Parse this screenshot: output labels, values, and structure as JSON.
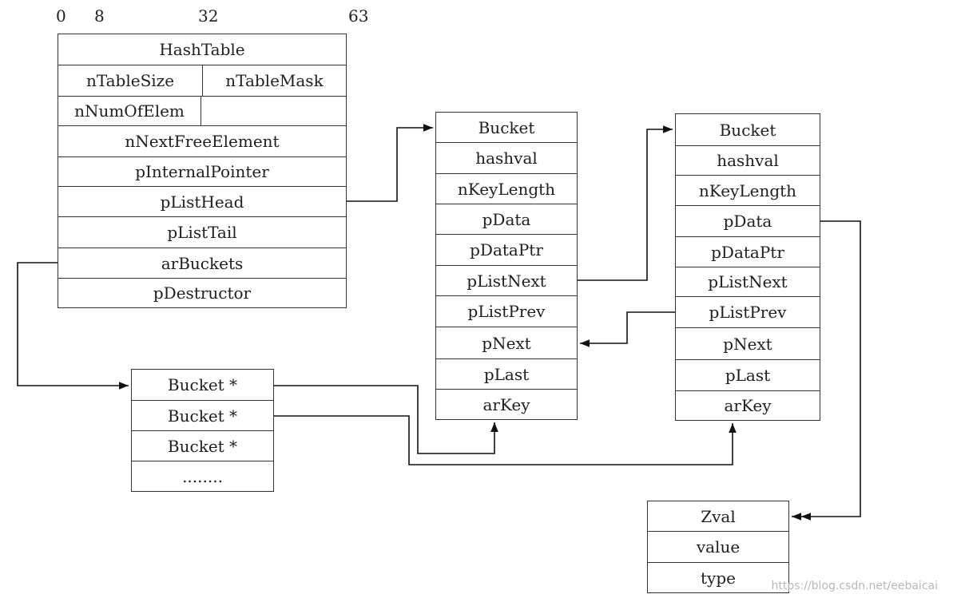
{
  "bit_ruler": [
    "0",
    "8",
    "32",
    "63"
  ],
  "hashtable": {
    "title": "HashTable",
    "n_table_size": "nTableSize",
    "n_table_mask": "nTableMask",
    "n_num_of_elem": "nNumOfElem",
    "empty_cell": "",
    "fields": [
      "nNextFreeElement",
      "pInternalPointer",
      "pListHead",
      "pListTail",
      "arBuckets",
      "pDestructor"
    ]
  },
  "bucket_array": {
    "rows": [
      "Bucket *",
      "Bucket *",
      "Bucket *",
      "........"
    ]
  },
  "bucket_a": {
    "title": "Bucket",
    "fields": [
      "hashval",
      "nKeyLength",
      "pData",
      "pDataPtr",
      "pListNext",
      "pListPrev",
      "pNext",
      "pLast",
      "arKey"
    ]
  },
  "bucket_b": {
    "title": "Bucket",
    "fields": [
      "hashval",
      "nKeyLength",
      "pData",
      "pDataPtr",
      "pListNext",
      "pListPrev",
      "pNext",
      "pLast",
      "arKey"
    ]
  },
  "zval": {
    "title": "Zval",
    "fields": [
      "value",
      "type"
    ]
  },
  "watermark": "https://blog.csdn.net/eebaicai"
}
